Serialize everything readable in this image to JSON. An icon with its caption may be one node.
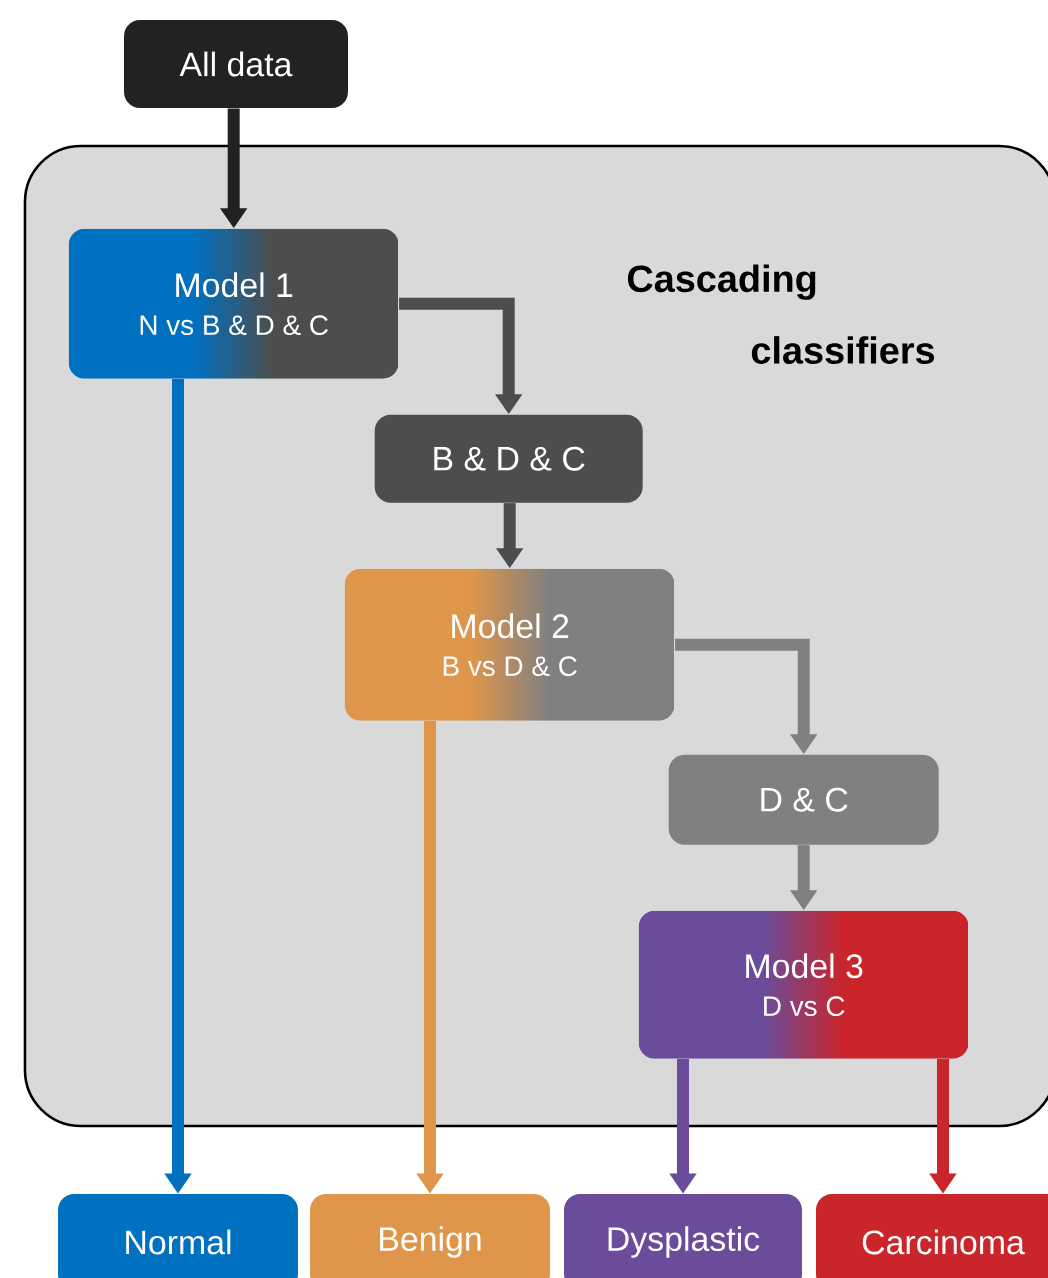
{
  "diagram": {
    "nodes": [
      {
        "text": [
          "All data"
        ]
      },
      {
        "text": [
          "Cascading classifiers"
        ]
      },
      {
        "text": [
          "Model 1",
          "N vs B & D & C"
        ],
        "in": 1
      },
      {
        "text": [
          "B & D & C"
        ],
        "in": 1
      },
      {
        "text": [
          "Model 2",
          "B vs D & C"
        ],
        "in": 1
      },
      {
        "text": [
          "D & C"
        ],
        "in": 1
      },
      {
        "text": [
          "Model 3",
          "D vs C"
        ],
        "in": 1
      },
      {
        "text": [
          "Normal"
        ]
      },
      {
        "text": [
          "Benign"
        ]
      },
      {
        "text": [
          "Dysplastic"
        ]
      },
      {
        "text": [
          "Carcinoma"
        ]
      }
    ],
    "edges": [
      {
        "from": 0,
        "to": 2,
        "arrow": "to",
        "color": "#222222"
      },
      {
        "from": 2,
        "to": 3,
        "arrow": "to",
        "color": "#4d4d4d"
      },
      {
        "from": 3,
        "to": 4,
        "arrow": "to",
        "color": "#4d4d4d"
      },
      {
        "from": 4,
        "to": 5,
        "arrow": "to",
        "color": "#808080"
      },
      {
        "from": 5,
        "to": 6,
        "arrow": "to",
        "color": "#808080"
      },
      {
        "from": 2,
        "to": 7,
        "arrow": "to",
        "color": "#0070c0"
      },
      {
        "from": 4,
        "to": 8,
        "arrow": "to",
        "color": "#e0964a"
      },
      {
        "from": 6,
        "to": 9,
        "arrow": "to",
        "color": "#6b4c9a"
      },
      {
        "from": 6,
        "to": 10,
        "arrow": "to",
        "color": "#c9252b"
      }
    ]
  }
}
